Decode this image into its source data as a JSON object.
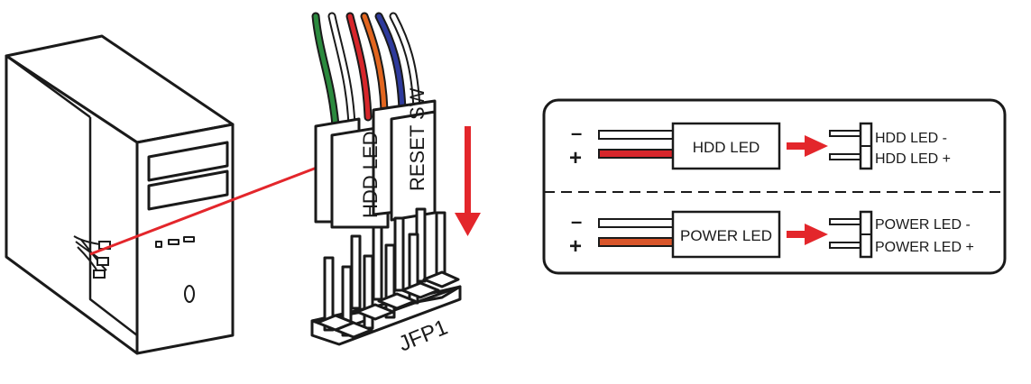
{
  "connectors": {
    "hdd_led": "HDD LED",
    "reset_sw": "RESET SW"
  },
  "header": {
    "label": "JFP1"
  },
  "legend": {
    "minus_symbol": "–",
    "plus_symbol": "+",
    "rows": [
      {
        "plug_label": "HDD LED",
        "pin_minus": "HDD LED -",
        "pin_plus": "HDD LED +",
        "plus_wire_color": "#d7262b"
      },
      {
        "plug_label": "POWER LED",
        "pin_minus": "POWER LED -",
        "pin_plus": "POWER LED +",
        "plus_wire_color": "#d9562b"
      }
    ]
  },
  "colors": {
    "arrow": "#e3262b",
    "line": "#1a1a1a",
    "wire_green": "#2b8a3e",
    "wire_red": "#d7262b",
    "wire_orange": "#e2661f",
    "wire_blue": "#2e3a9c",
    "pointer": "#e3262b"
  }
}
